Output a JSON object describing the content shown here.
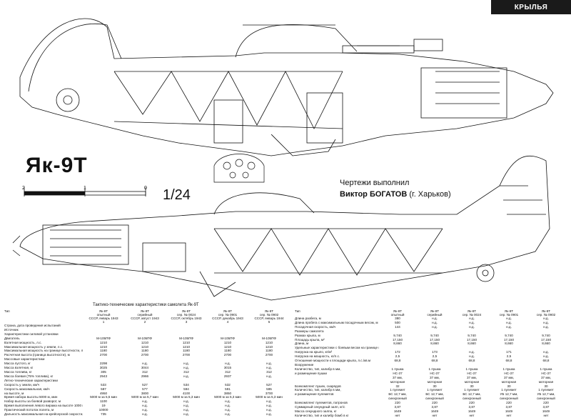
{
  "section_tab": "КРЫЛЬЯ",
  "title": "Як-9Т",
  "scale": "1/24",
  "scale_bar": {
    "left": "2",
    "mid": "1",
    "right": "0"
  },
  "credit_line1": "Чертежи выполнил",
  "credit_name": "Виктор БОГАТОВ",
  "credit_city": "(г. Харьков)",
  "table_title": "Тактико-технические характеристики самолета Як-9Т",
  "left_table": {
    "type_label": "Тип",
    "headers": [
      [
        "Як-9Т",
        "опытный",
        "СССР, январь 1943",
        "1"
      ],
      [
        "Як-9Т",
        "серийный",
        "СССР, август 1943",
        "2"
      ],
      [
        "Як-9Т",
        "сер. № 0024",
        "СССР, октябрь 1943",
        "3"
      ],
      [
        "Як-9Т",
        "сер. № 0901",
        "СССР, декабрь 1943",
        "4"
      ],
      [
        "Як-9Т",
        "сер. № 0902",
        "СССР, январь 1944",
        "5"
      ]
    ],
    "rows": [
      {
        "label": "Страна, дата проведения испытаний",
        "values": []
      },
      {
        "label": "Источник",
        "values": []
      },
      {
        "label": "Характеристики силовой установки",
        "values": []
      },
      {
        "label": "Двигатель",
        "values": [
          "М-105ПФ",
          "М-105ПФ",
          "М-105ПФ",
          "М-105ПФ",
          "М-105ПФ"
        ]
      },
      {
        "label": "Взлетная мощность, л.с.",
        "values": [
          "1210",
          "1210",
          "1210",
          "1210",
          "1210"
        ]
      },
      {
        "label": "Максимальная мощность у земли, л.с.",
        "values": [
          "1210",
          "1210",
          "1210",
          "1210",
          "1210"
        ]
      },
      {
        "label": "Максимальная мощность на границе высотности, л.с.",
        "values": [
          "1180",
          "1180",
          "1180",
          "1180",
          "1180"
        ]
      },
      {
        "label": "Расчетная высота (граница высотности), м",
        "values": [
          "2700",
          "2700",
          "2700",
          "2700",
          "2700"
        ]
      },
      {
        "label": "Массовые характеристики",
        "values": []
      },
      {
        "label": "Масса пустого, кг",
        "values": [
          "2298",
          "н.д.",
          "н.д.",
          "н.д.",
          "н.д."
        ]
      },
      {
        "label": "Масса взлетная, кг",
        "values": [
          "3025",
          "3044",
          "н.д.",
          "3015",
          "н.д."
        ]
      },
      {
        "label": "Масса топлива, кг",
        "values": [
          "305",
          "312",
          "312",
          "312",
          "312"
        ]
      },
      {
        "label": "Масса боевая (75% топлива), кг",
        "values": [
          "2943",
          "2966",
          "н.д.",
          "2937",
          "н.д."
        ]
      },
      {
        "label": "Летно-технические характеристики",
        "values": []
      },
      {
        "label": "Скорость у земли, км/ч",
        "values": [
          "533",
          "527",
          "534",
          "532",
          "527"
        ]
      },
      {
        "label": "Скорость максимальная, км/ч",
        "values": [
          "587",
          "577",
          "594",
          "591",
          "595"
        ]
      },
      {
        "label": "на высоте, м",
        "values": [
          "4950",
          "3800",
          "4100",
          "3850",
          "3700"
        ]
      },
      {
        "label": "Время набора высоты 5000 м, мин",
        "values": [
          "5000 м за 5,5 мин",
          "5000 м за 5,7 мин",
          "5000 м за 5,3 мин",
          "5000 м за 5,3 мин",
          "5000 м за 5,3 мин"
        ]
      },
      {
        "label": "Набор высоты за боевой разворот, м",
        "values": [
          "1100",
          "н.д.",
          "н.д.",
          "н.д.",
          "н.д."
        ]
      },
      {
        "label": "Время выполнения левого виража на высоте 1000 м, с",
        "values": [
          "19",
          "н.д.",
          "н.д.",
          "н.д.",
          "н.д."
        ]
      },
      {
        "label": "Практический потолок полета, м",
        "values": [
          "10000",
          "н.д.",
          "н.д.",
          "н.д.",
          "н.д."
        ]
      },
      {
        "label": "Дальность максимальная на крейсерской скорости, км",
        "values": [
          "735",
          "н.д.",
          "н.д.",
          "н.д.",
          "н.д."
        ]
      }
    ]
  },
  "right_table": {
    "type_label": "Тип",
    "headers": [
      [
        "Як-9Т",
        "опытный"
      ],
      [
        "Як-9Т",
        "серийный"
      ],
      [
        "Як-9Т",
        "сер. № 0024"
      ],
      [
        "Як-9Т",
        "сер. № 0901"
      ],
      [
        "Як-9Т",
        "сер. № 0902"
      ]
    ],
    "rows": [
      {
        "label": "Длина разбега, м",
        "values": [
          "380",
          "н.д.",
          "н.д.",
          "н.д.",
          "н.д."
        ]
      },
      {
        "label": "Длина пробега с максимальным посадочным весом, м",
        "values": [
          "500",
          "н.д.",
          "н.д.",
          "н.д.",
          "н.д."
        ]
      },
      {
        "label": "Посадочная скорость, км/ч",
        "values": [
          "144",
          "н.д.",
          "н.д.",
          "н.д.",
          "н.д."
        ]
      },
      {
        "label": "Размеры самолета",
        "values": []
      },
      {
        "label": "Размах крыла, м",
        "values": [
          "9,740",
          "9,740",
          "9,740",
          "9,740",
          "9,740"
        ]
      },
      {
        "label": "Площадь крыла, м²",
        "values": [
          "17,150",
          "17,150",
          "17,150",
          "17,150",
          "17,150"
        ]
      },
      {
        "label": "Длина, м",
        "values": [
          "8,660",
          "8,660",
          "8,660",
          "8,660",
          "8,660"
        ]
      },
      {
        "label": "Удельные характеристики с боевым весом на границе высотности",
        "values": []
      },
      {
        "label": "Нагрузка на крыло, кг/м²",
        "values": [
          "172",
          "173",
          "н.д.",
          "171",
          "н.д."
        ]
      },
      {
        "label": "Нагрузка на мощность, кг/л.с.",
        "values": [
          "2,5",
          "2,5",
          "н.д.",
          "2,5",
          "н.д."
        ]
      },
      {
        "label": "Отношение мощности к площади крыла, л.с./кв.м",
        "values": [
          "68,8",
          "68,8",
          "68,8",
          "68,8",
          "68,8"
        ]
      },
      {
        "label": "Вооружение",
        "values": []
      },
      {
        "label": "Количество, тип, калибр в мм,",
        "values": [
          "1 пушка",
          "1 пушка",
          "1 пушка",
          "1 пушка",
          "1 пушка"
        ]
      },
      {
        "label": "и размещение пушки",
        "values": [
          "НС-37",
          "НС-37",
          "НС-37",
          "НС-37",
          "НС-37"
        ]
      },
      {
        "label": "",
        "values": [
          "37 мм,",
          "37 мм,",
          "37 мм,",
          "37 мм,",
          "37 мм,"
        ]
      },
      {
        "label": "",
        "values": [
          "моторная",
          "моторная",
          "моторная",
          "моторная",
          "моторная"
        ]
      },
      {
        "label": "Боекомплект пушек, снарядов",
        "values": [
          "32",
          "30",
          "30",
          "30",
          "30"
        ]
      },
      {
        "label": "Количество, тип, калибр в мм,",
        "values": [
          "1 пулемет",
          "1 пулемет",
          "1 пулемет",
          "1 пулемет",
          "1 пулемет"
        ]
      },
      {
        "label": "и размещение пулеметов",
        "values": [
          "БС 12,7 мм,",
          "БС 12,7 мм,",
          "БС 12,7 мм,",
          "УБ 12,7 мм,",
          "УБ 12,7 мм,"
        ]
      },
      {
        "label": "",
        "values": [
          "синхронный",
          "синхронный",
          "синхронный",
          "синхронный",
          "синхронный"
        ]
      },
      {
        "label": "Боекомплект пулеметов, патронов",
        "values": [
          "220",
          "220",
          "220",
          "220",
          "220"
        ]
      },
      {
        "label": "Суммарный секундный залп, кг/с",
        "values": [
          "3,87",
          "3,87",
          "3,87",
          "3,87",
          "3,87"
        ]
      },
      {
        "label": "Масса секундного залпа, кг",
        "values": [
          "1649",
          "1649",
          "1649",
          "1649",
          "1649"
        ]
      },
      {
        "label": "Количество, тип и калибр бомб в кг",
        "values": [
          "нет",
          "нет",
          "нет",
          "нет",
          "нет"
        ]
      }
    ]
  }
}
